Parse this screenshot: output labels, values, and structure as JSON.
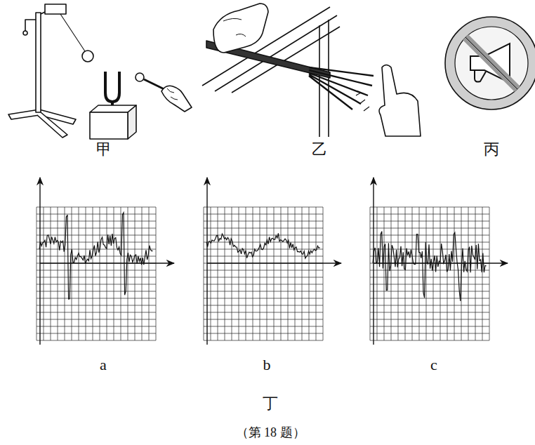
{
  "diagram": {
    "caption": "（第 18 题）",
    "labels": [
      "甲",
      "乙",
      "丙",
      "a",
      "b",
      "c",
      "丁"
    ]
  }
}
